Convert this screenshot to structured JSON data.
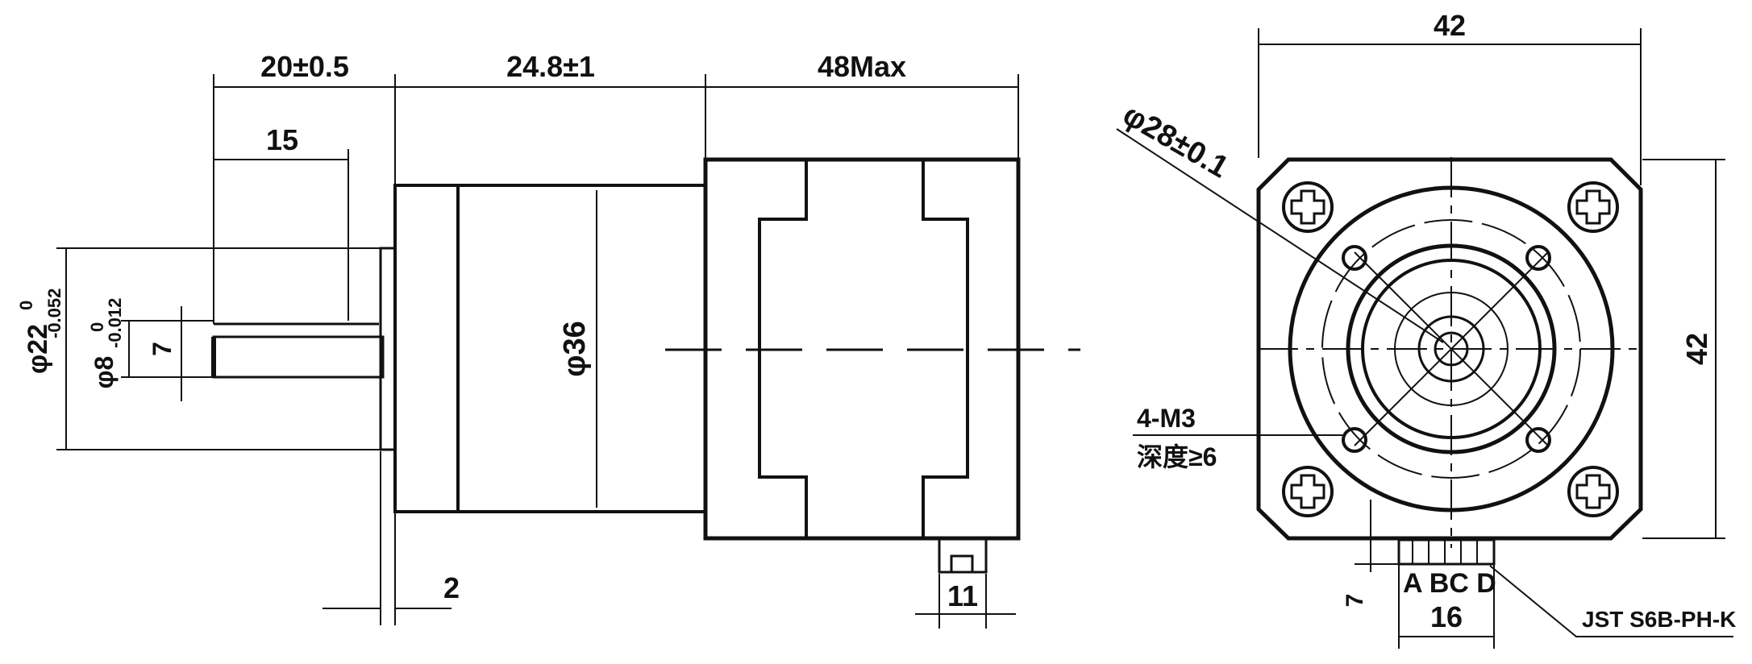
{
  "side_view": {
    "dim_shaft_len": "20±0.5",
    "dim_gearbox_len": "24.8±1",
    "dim_motor_len": "48Max",
    "dim_flat_len": "15",
    "dim_boss_dia": "φ22",
    "dim_boss_tol_upper": "0",
    "dim_boss_tol_lower": "-0.052",
    "dim_shaft_dia": "φ8",
    "dim_shaft_tol_upper": "0",
    "dim_shaft_tol_lower": "-0.012",
    "dim_flat": "7",
    "dim_body_dia": "φ36",
    "dim_flange": "2",
    "dim_connector": "11"
  },
  "end_view": {
    "dim_width": "42",
    "dim_height": "42",
    "dim_pcd": "φ28±0.1",
    "holes_spec": "4-M3",
    "holes_depth": "深度≥6",
    "dim_connector_offset": "7",
    "dim_connector_width": "16",
    "pin_labels": "A BC D",
    "connector_part": "JST S6B-PH-K"
  }
}
